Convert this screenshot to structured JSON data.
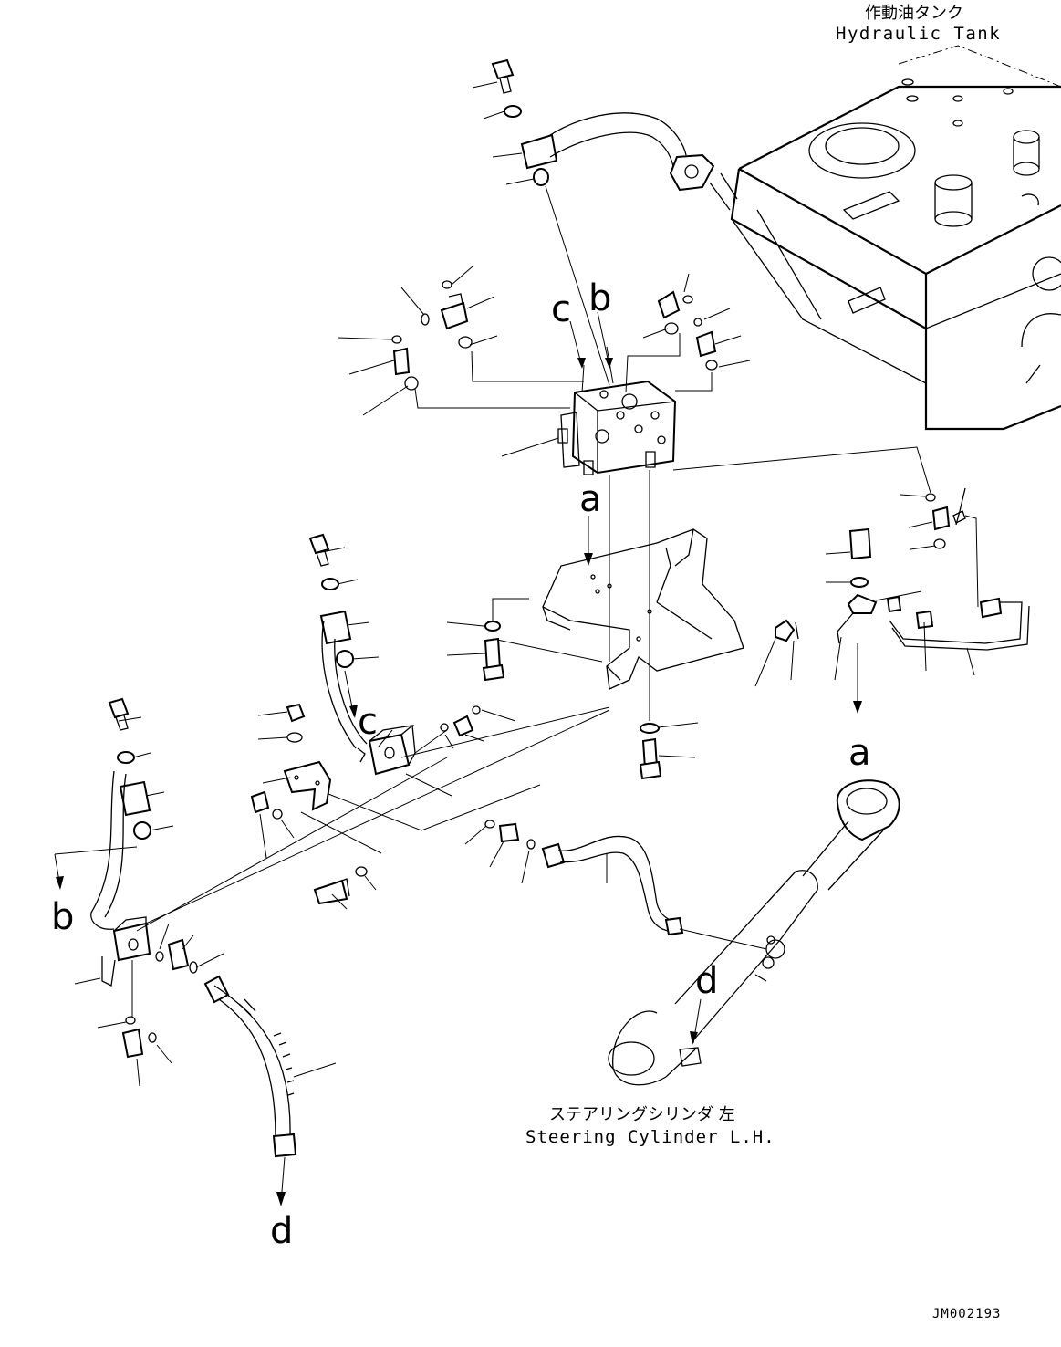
{
  "labels": {
    "tank_jp": "作動油タンク",
    "tank_en": "Hydraulic Tank",
    "cylinder_jp": "ステアリングシリンダ 左",
    "cylinder_en": "Steering Cylinder L.H.",
    "drawing_code": "JM002193"
  },
  "callouts": {
    "a_top": "a",
    "a_right": "a",
    "b_top": "b",
    "b_left": "b",
    "c_top": "c",
    "c_mid": "c",
    "d_cylinder": "d",
    "d_bottom": "d"
  }
}
